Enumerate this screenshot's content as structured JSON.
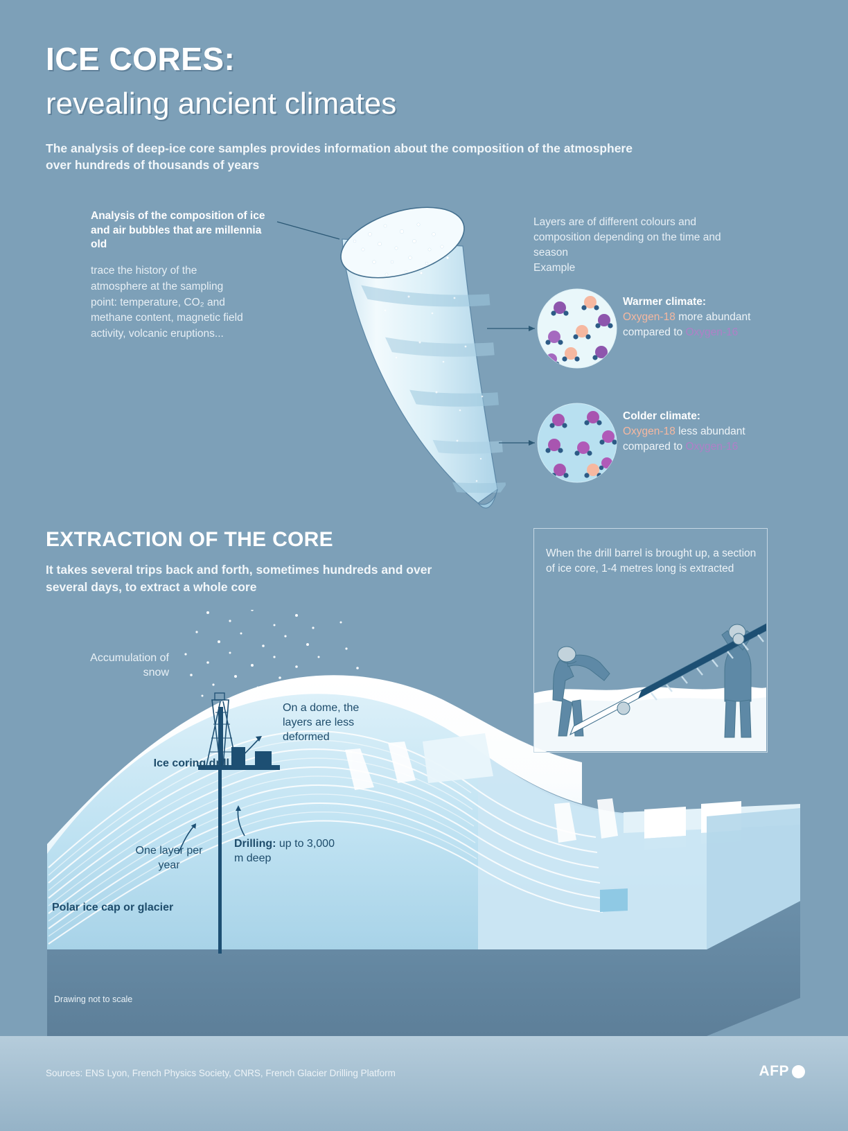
{
  "header": {
    "title_main": "ICE CORES:",
    "title_sub": "revealing ancient climates",
    "deck": "The analysis of deep-ice core samples provides information about the composition of the atmosphere over hundreds of thousands of years"
  },
  "analysis": {
    "bold": "Analysis of the composition of ice and air bubbles that are millennia old",
    "body": "trace the history of the atmosphere at the sampling point: temperature, CO₂ and methane content, magnetic field activity, volcanic eruptions..."
  },
  "layers": {
    "note": "Layers are of different colours and composition depending on the time and season",
    "example_label": "Example"
  },
  "climate": {
    "warm": {
      "heading": "Warmer climate:",
      "isotope_more": "Oxygen-18",
      "mid": " more abundant compared to ",
      "isotope_less": "Oxygen-16"
    },
    "cold": {
      "heading": "Colder climate:",
      "isotope_more": "Oxygen-18",
      "mid": " less abundant compared to ",
      "isotope_less": "Oxygen-16"
    }
  },
  "extraction": {
    "section_title": "EXTRACTION OF THE CORE",
    "deck": "It takes several trips back and forth, sometimes hundreds and over several days, to extract a whole core"
  },
  "drill_panel": {
    "text": "When the drill barrel is brought up, a section of ice core, 1-4 metres long is extracted"
  },
  "glacier_labels": {
    "accumulation": "Accumulation of snow",
    "dome": "On a dome, the layers are less deformed",
    "coring_drill": "Ice coring drill",
    "one_layer": "One layer per year",
    "drilling_bold": "Drilling:",
    "drilling_rest": "up to 3,000 m deep",
    "polar": "Polar ice cap or glacier",
    "not_to_scale": "Drawing not to scale"
  },
  "footer": {
    "sources": "Sources: ENS Lyon, French Physics Society, CNRS, French Glacier Drilling Platform",
    "agency": "AFP"
  },
  "colors": {
    "background": "#7da0b8",
    "oxygen18": "#f6b8a0",
    "oxygen16": "#b07fc7",
    "ink_dark": "#1e4c6b",
    "ice_light": "#eaf6fb",
    "ice_mid": "#bfe0f0",
    "panel_border": "#c6d8e4"
  }
}
